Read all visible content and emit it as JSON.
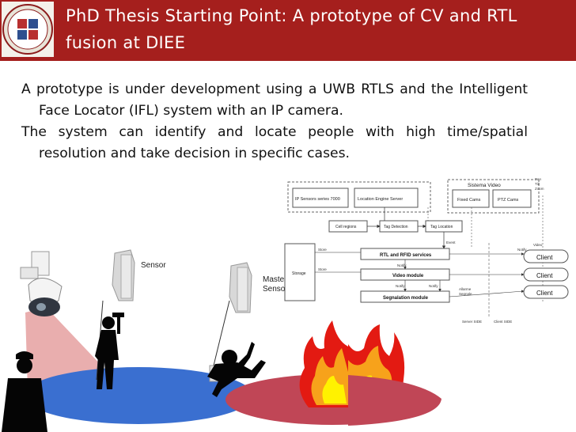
{
  "slide": {
    "title": "PhD Thesis Starting Point: A prototype of CV and RTL fusion at DIEE",
    "bullets": [
      "A prototype is under development using a UWB RTLS and the Intelligent Face Locator (IFL) system with an IP camera.",
      "The system can identify and locate people with high time/spatial resolution and take decision in specific cases."
    ]
  },
  "illustration": {
    "sensor_label": "Sensor",
    "master_sensor_label": [
      "Master",
      "Sensor"
    ]
  },
  "architecture": {
    "sistema_video": "Sistema Video",
    "ptz_labels": [
      "Pan",
      "Tilt",
      "Zoom"
    ],
    "ip_sensors": "IP Sensors series 7000",
    "location_engine": "Location Engine Server",
    "fixed_cams": "Fixed Cams",
    "ptz_cams": "PTZ Cams",
    "cell_regions": "Cell regions",
    "tag_detection": "Tag Detection",
    "tag_location": "Tag Location",
    "event": "Event",
    "video": "Video",
    "notify": "Notify",
    "store": "Store",
    "storage": "Storage",
    "rtl_rfid": "RTL and RFID services",
    "video_module": "Video module",
    "segnalation_module": "Segnalation module",
    "allarme": "Allarme",
    "segnale": "Segnale",
    "server_side": "Server SIDE",
    "client_side": "Client SIDE",
    "clients": [
      "Client",
      "Client",
      "Client"
    ]
  }
}
